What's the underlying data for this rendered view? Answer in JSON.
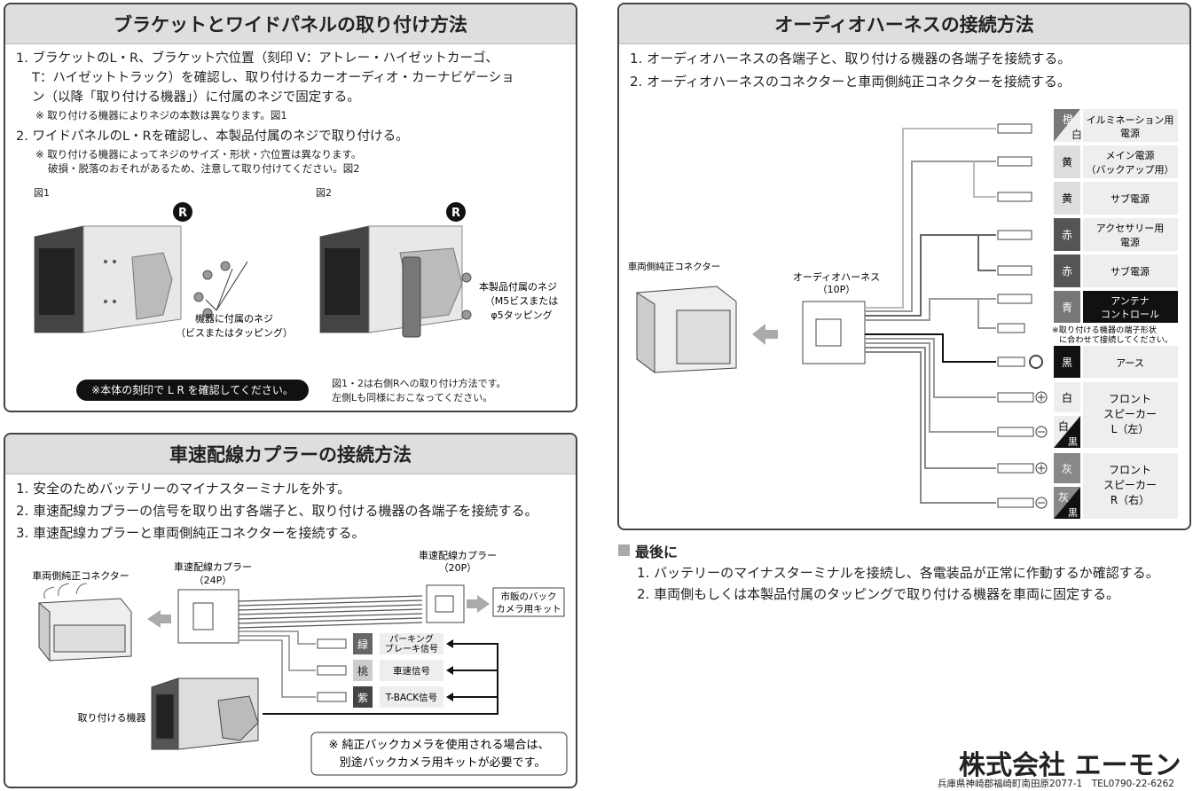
{
  "bracket": {
    "title": "ブラケットとワイドパネルの取り付け方法",
    "step1_l1": "1. ブラケットのL・R、ブラケット穴位置（刻印 V：アトレー・ハイゼットカーゴ、",
    "step1_l2": "T：ハイゼットトラック）を確認し、取り付けるカーオーディオ・カーナビゲーショ",
    "step1_l3": "ン（以降「取り付ける機器」）に付属のネジで固定する。",
    "step1_note": "※ 取り付ける機器によりネジの本数は異なります。図1",
    "step2": "2. ワイドパネルのL・Rを確認し、本製品付属のネジで取り付ける。",
    "step2_note1": "※ 取り付ける機器によってネジのサイズ・形状・穴位置は異なります。",
    "step2_note2": "破損・脱落のおそれがあるため、注意して取り付けてください。図2",
    "fig1_label": "図1",
    "fig2_label": "図2",
    "r_mark": "R",
    "fig1_screw_l1": "機器に付属のネジ",
    "fig1_screw_l2": "（ビスまたはタッピング）",
    "fig2_screw_l1": "本製品付属のネジ",
    "fig2_screw_l2": "（M5ビスまたは",
    "fig2_screw_l3": "φ5タッピング",
    "badge": "※本体の刻印で L R を確認してください。",
    "fig_note1": "図1・2は右側Rへの取り付け方法です。",
    "fig_note2": "左側Lも同様におこなってください。"
  },
  "speed": {
    "title": "車速配線カプラーの接続方法",
    "step1": "1. 安全のためバッテリーのマイナスターミナルを外す。",
    "step2": "2. 車速配線カプラーの信号を取り出す各端子と、取り付ける機器の各端子を接続する。",
    "step3": "3. 車速配線カプラーと車両側純正コネクターを接続する。",
    "vehicle_connector": "車両側純正コネクター",
    "coupler24": "車速配線カプラー",
    "coupler24_pins": "（24P）",
    "coupler20": "車速配線カプラー",
    "coupler20_pins": "（20P）",
    "kit_l1": "市販のバック",
    "kit_l2": "カメラ用キット",
    "device": "取り付ける機器",
    "wires": [
      {
        "color": "緑",
        "label_l1": "パーキング",
        "label_l2": "ブレーキ信号"
      },
      {
        "color": "桃",
        "label_l1": "車速信号",
        "label_l2": ""
      },
      {
        "color": "紫",
        "label_l1": "T-BACK信号",
        "label_l2": ""
      }
    ],
    "camera_note_l1": "※ 純正バックカメラを使用される場合は、",
    "camera_note_l2": "別途バックカメラ用キットが必要です。"
  },
  "audio": {
    "title": "オーディオハーネスの接続方法",
    "step1": "1. オーディオハーネスの各端子と、取り付ける機器の各端子を接続する。",
    "step2": "2. オーディオハーネスのコネクターと車両側純正コネクターを接続する。",
    "vehicle_connector": "車両側純正コネクター",
    "harness": "オーディオハーネス",
    "harness_pins": "（10P）",
    "terminal_note_l1": "※取り付ける機器の端子形状",
    "terminal_note_l2": "に合わせて接続してください。",
    "rows": [
      {
        "c1": "橙",
        "c2": "白",
        "split": true,
        "label_l1": "イルミネーション用",
        "label_l2": "電源",
        "dark": false
      },
      {
        "c1": "黄",
        "c2": "",
        "split": false,
        "label_l1": "メイン電源",
        "label_l2": "（バックアップ用）",
        "dark": false
      },
      {
        "c1": "黄",
        "c2": "",
        "split": false,
        "label_l1": "サブ電源",
        "label_l2": "",
        "dark": false
      },
      {
        "c1": "赤",
        "c2": "",
        "split": false,
        "label_l1": "アクセサリー用",
        "label_l2": "電源",
        "dark": false
      },
      {
        "c1": "赤",
        "c2": "",
        "split": false,
        "label_l1": "サブ電源",
        "label_l2": "",
        "dark": false
      },
      {
        "c1": "青",
        "c2": "",
        "split": false,
        "label_l1": "アンテナ",
        "label_l2": "コントロール",
        "dark": true
      },
      {
        "c1": "黒",
        "c2": "",
        "split": false,
        "label_l1": "アース",
        "label_l2": "",
        "dark": false
      }
    ],
    "speakers": [
      {
        "c_plus": "白",
        "c_minus_1": "白",
        "c_minus_2": "黒",
        "label_l1": "フロント",
        "label_l2": "スピーカー",
        "label_l3": "L（左）"
      },
      {
        "c_plus": "灰",
        "c_minus_1": "灰",
        "c_minus_2": "黒",
        "label_l1": "フロント",
        "label_l2": "スピーカー",
        "label_l3": "R（右）"
      }
    ]
  },
  "final": {
    "title": "最後に",
    "step1": "1. バッテリーのマイナスターミナルを接続し、各電装品が正常に作動するか確認する。",
    "step2": "2. 車両側もしくは本製品付属のタッピングで取り付ける機器を車両に固定する。"
  },
  "footer": {
    "company": "株式会社 エーモン",
    "address": "兵庫県神崎郡福崎町南田原2077-1　TEL0790-22-6262"
  }
}
